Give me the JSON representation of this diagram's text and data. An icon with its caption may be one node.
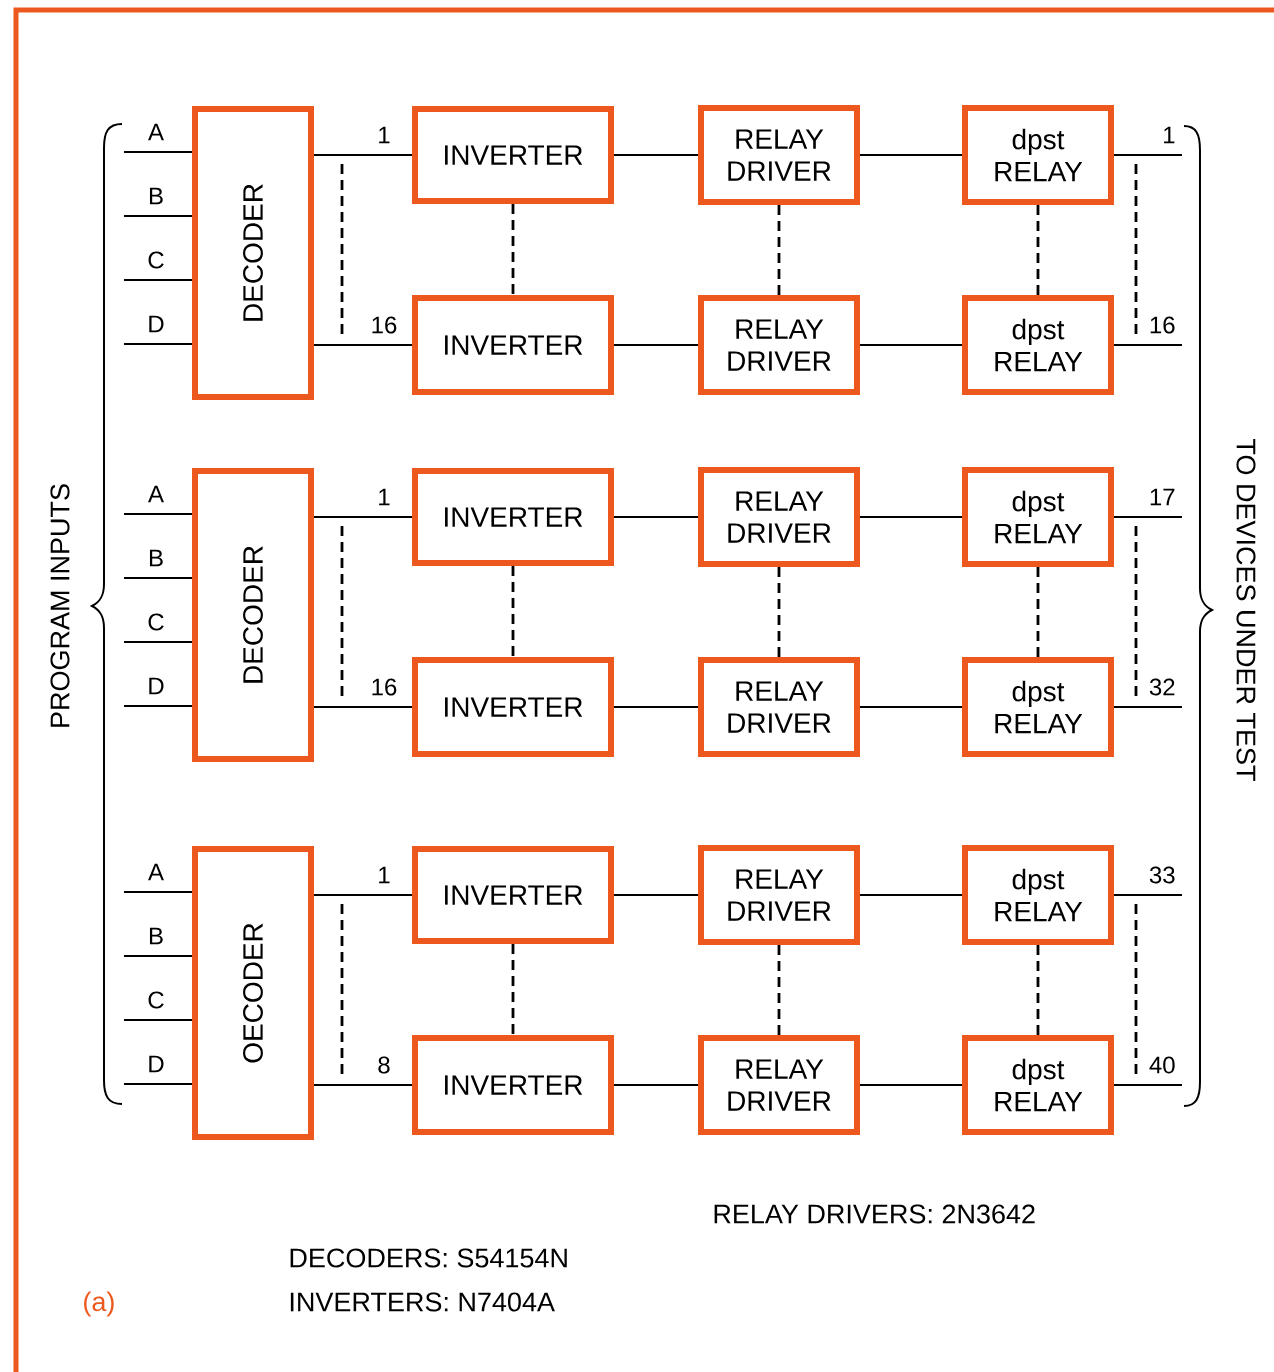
{
  "diagram": {
    "nodes": [
      {
        "text": [
          "DECODER"
        ]
      },
      {
        "text": [
          "INVERTER"
        ]
      },
      {
        "text": [
          "RELAY DRIVER"
        ]
      },
      {
        "text": [
          "dpst RELAY"
        ]
      },
      {
        "text": [
          "INVERTER"
        ]
      },
      {
        "text": [
          "RELAY DRIVER"
        ]
      },
      {
        "text": [
          "dpst RELAY"
        ]
      },
      {
        "text": [
          "DECODER"
        ]
      },
      {
        "text": [
          "INVERTER"
        ]
      },
      {
        "text": [
          "RELAY DRIVER"
        ]
      },
      {
        "text": [
          "dpst RELAY"
        ]
      },
      {
        "text": [
          "INVERTER"
        ]
      },
      {
        "text": [
          "RELAY DRIVER"
        ]
      },
      {
        "text": [
          "dpst RELAY"
        ]
      },
      {
        "text": [
          "OECODER"
        ]
      },
      {
        "text": [
          "INVERTER"
        ]
      },
      {
        "text": [
          "RELAY DRIVER"
        ]
      },
      {
        "text": [
          "dpst RELAY"
        ]
      },
      {
        "text": [
          "INVERTER"
        ]
      },
      {
        "text": [
          "RELAY DRIVER"
        ]
      },
      {
        "text": [
          "dpst RELAY"
        ]
      },
      {
        "text": [
          "PROGRAM INPUTS"
        ]
      },
      {
        "text": [
          "TO DEVICES UNDER TEST"
        ]
      }
    ],
    "edges": [
      {
        "from": 21,
        "to": 0,
        "arrow": "none",
        "label": "A"
      },
      {
        "from": 21,
        "to": 0,
        "arrow": "none",
        "label": "B"
      },
      {
        "from": 21,
        "to": 0,
        "arrow": "none",
        "label": "C"
      },
      {
        "from": 21,
        "to": 0,
        "arrow": "none",
        "label": "D"
      },
      {
        "from": 0,
        "to": 1,
        "arrow": "none",
        "label": "1"
      },
      {
        "from": 0,
        "to": 4,
        "arrow": "none",
        "label": "16"
      },
      {
        "from": 1,
        "to": 2,
        "arrow": "none"
      },
      {
        "from": 2,
        "to": 3,
        "arrow": "none"
      },
      {
        "from": 4,
        "to": 5,
        "arrow": "none"
      },
      {
        "from": 5,
        "to": 6,
        "arrow": "none"
      },
      {
        "from": 1,
        "to": 4,
        "arrow": "none",
        "style": "dashed"
      },
      {
        "from": 2,
        "to": 5,
        "arrow": "none",
        "style": "dashed"
      },
      {
        "from": 3,
        "to": 6,
        "arrow": "none",
        "style": "dashed"
      },
      {
        "from": 3,
        "to": 22,
        "arrow": "none",
        "label": "1"
      },
      {
        "from": 6,
        "to": 22,
        "arrow": "none",
        "label": "16"
      },
      {
        "from": 21,
        "to": 7,
        "arrow": "none",
        "label": "A"
      },
      {
        "from": 21,
        "to": 7,
        "arrow": "none",
        "label": "B"
      },
      {
        "from": 21,
        "to": 7,
        "arrow": "none",
        "label": "C"
      },
      {
        "from": 21,
        "to": 7,
        "arrow": "none",
        "label": "D"
      },
      {
        "from": 7,
        "to": 8,
        "arrow": "none",
        "label": "1"
      },
      {
        "from": 7,
        "to": 11,
        "arrow": "none",
        "label": "16"
      },
      {
        "from": 8,
        "to": 9,
        "arrow": "none"
      },
      {
        "from": 9,
        "to": 10,
        "arrow": "none"
      },
      {
        "from": 11,
        "to": 12,
        "arrow": "none"
      },
      {
        "from": 12,
        "to": 13,
        "arrow": "none"
      },
      {
        "from": 8,
        "to": 11,
        "arrow": "none",
        "style": "dashed"
      },
      {
        "from": 9,
        "to": 12,
        "arrow": "none",
        "style": "dashed"
      },
      {
        "from": 10,
        "to": 13,
        "arrow": "none",
        "style": "dashed"
      },
      {
        "from": 10,
        "to": 22,
        "arrow": "none",
        "label": "17"
      },
      {
        "from": 13,
        "to": 22,
        "arrow": "none",
        "label": "32"
      },
      {
        "from": 21,
        "to": 14,
        "arrow": "none",
        "label": "A"
      },
      {
        "from": 21,
        "to": 14,
        "arrow": "none",
        "label": "B"
      },
      {
        "from": 21,
        "to": 14,
        "arrow": "none",
        "label": "C"
      },
      {
        "from": 21,
        "to": 14,
        "arrow": "none",
        "label": "D"
      },
      {
        "from": 14,
        "to": 15,
        "arrow": "none",
        "label": "1"
      },
      {
        "from": 14,
        "to": 18,
        "arrow": "none",
        "label": "8"
      },
      {
        "from": 15,
        "to": 16,
        "arrow": "none"
      },
      {
        "from": 16,
        "to": 17,
        "arrow": "none"
      },
      {
        "from": 18,
        "to": 19,
        "arrow": "none"
      },
      {
        "from": 19,
        "to": 20,
        "arrow": "none"
      },
      {
        "from": 15,
        "to": 18,
        "arrow": "none",
        "style": "dashed"
      },
      {
        "from": 16,
        "to": 19,
        "arrow": "none",
        "style": "dashed"
      },
      {
        "from": 17,
        "to": 20,
        "arrow": "none",
        "style": "dashed"
      },
      {
        "from": 17,
        "to": 22,
        "arrow": "none",
        "label": "33"
      },
      {
        "from": 20,
        "to": 22,
        "arrow": "none",
        "label": "40"
      }
    ],
    "labels": [
      "DECODERS: S54154N",
      "INVERTERS: N7404A",
      "RELAY DRIVERS: 2N3642",
      "(a)"
    ]
  }
}
